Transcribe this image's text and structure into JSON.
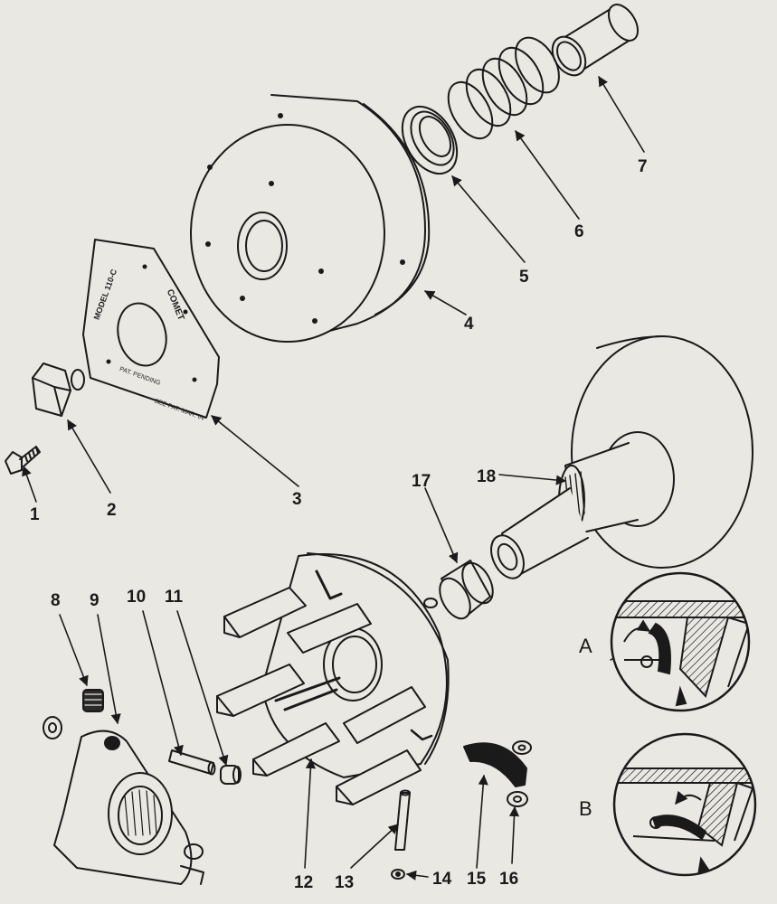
{
  "callouts": [
    {
      "id": "1",
      "label": "1"
    },
    {
      "id": "2",
      "label": "2"
    },
    {
      "id": "3",
      "label": "3"
    },
    {
      "id": "4",
      "label": "4"
    },
    {
      "id": "5",
      "label": "5"
    },
    {
      "id": "6",
      "label": "6"
    },
    {
      "id": "7",
      "label": "7"
    },
    {
      "id": "8",
      "label": "8"
    },
    {
      "id": "9",
      "label": "9"
    },
    {
      "id": "10",
      "label": "10"
    },
    {
      "id": "11",
      "label": "11"
    },
    {
      "id": "12",
      "label": "12"
    },
    {
      "id": "13",
      "label": "13"
    },
    {
      "id": "14",
      "label": "14"
    },
    {
      "id": "15",
      "label": "15"
    },
    {
      "id": "16",
      "label": "16"
    },
    {
      "id": "17",
      "label": "17"
    },
    {
      "id": "18",
      "label": "18"
    }
  ],
  "details": [
    {
      "id": "A",
      "label": "A"
    },
    {
      "id": "B",
      "label": "B"
    }
  ],
  "plate_markings": {
    "model": "MODEL 110-C",
    "logo": "COMET",
    "line_1": "PAT. PENDING",
    "line_2": "SEE PAT. MAR. IN"
  },
  "colors": {
    "ink": "#1a1a1a",
    "paper": "#e9e8e3"
  }
}
